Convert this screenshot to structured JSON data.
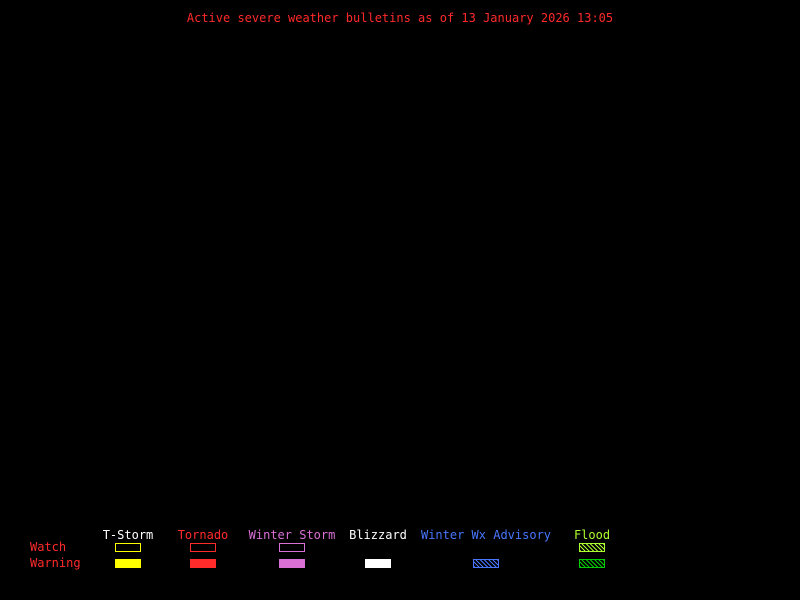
{
  "title": "Active severe weather bulletins as of 13 January 2026 13:05",
  "title_color": "#ff2a2a",
  "map": {
    "background_color": "#000000"
  },
  "legend": {
    "watch_label": "Watch",
    "warning_label": "Warning",
    "row_label_color": "#ff2a2a",
    "categories": [
      {
        "label": "T-Storm",
        "label_color": "#ffffff",
        "watch": {
          "type": "outline",
          "color": "#ffff00"
        },
        "warning": {
          "type": "fill",
          "color": "#ffff00"
        }
      },
      {
        "label": "Tornado",
        "label_color": "#ff2a2a",
        "watch": {
          "type": "outline",
          "color": "#ff2a2a"
        },
        "warning": {
          "type": "fill",
          "color": "#ff2a2a"
        }
      },
      {
        "label": "Winter Storm",
        "label_color": "#da70d6",
        "watch": {
          "type": "outline",
          "color": "#da70d6"
        },
        "warning": {
          "type": "fill",
          "color": "#da70d6"
        }
      },
      {
        "label": "Blizzard",
        "label_color": "#ffffff",
        "watch": {
          "type": "none"
        },
        "warning": {
          "type": "fill",
          "color": "#ffffff"
        }
      },
      {
        "label": "Winter Wx Advisory",
        "label_color": "#4876ff",
        "watch": {
          "type": "none"
        },
        "warning": {
          "type": "hatch",
          "color": "#4876ff"
        }
      },
      {
        "label": "Flood",
        "label_color": "#adff2f",
        "watch": {
          "type": "hatch",
          "color": "#adff2f"
        },
        "warning": {
          "type": "hatch",
          "color": "#00cc00"
        }
      }
    ]
  }
}
